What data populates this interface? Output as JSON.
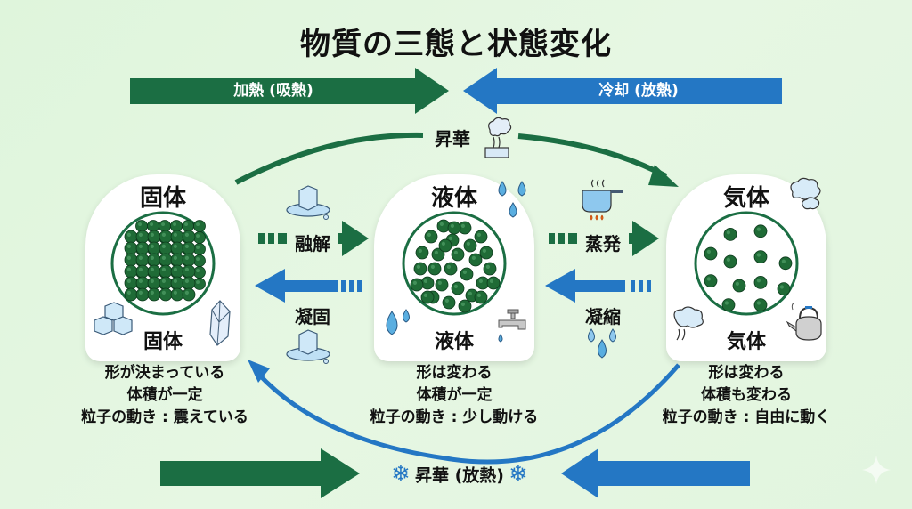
{
  "title": "物質の三態と状態変化",
  "top_arrows": {
    "heating": "加熱 (吸熱)",
    "cooling": "冷却 (放熱)"
  },
  "sublimation_top": "昇華",
  "sublimation_bottom": "昇華 (放熱)",
  "states": [
    {
      "key": "solid",
      "title": "固体",
      "sub": "固体",
      "desc": [
        "形が決まっている",
        "体積が一定",
        "粒子の動き : 震えている"
      ]
    },
    {
      "key": "liquid",
      "title": "液体",
      "sub": "液体",
      "desc": [
        "形は変わる",
        "体積が一定",
        "粒子の動き : 少し動ける"
      ]
    },
    {
      "key": "gas",
      "title": "気体",
      "sub": "気体",
      "desc": [
        "形は変わる",
        "体積も変わる",
        "粒子の動き : 自由に動く"
      ]
    }
  ],
  "processes": {
    "melting": "融解",
    "freezing": "凝固",
    "evaporation": "蒸発",
    "condensation": "凝縮"
  },
  "colors": {
    "green": "#1b6e43",
    "blue": "#2477c4",
    "particle": "#1f6b36",
    "ice": "#cfe8f8",
    "water": "#5aaee0"
  },
  "icons": {
    "melting": "melting-ice-icon",
    "freezing": "melting-ice-icon",
    "evaporation": "boiling-pot-icon",
    "condensation": "water-drops-icon",
    "sublimation": "dry-ice-steam-icon",
    "sublimation_deposition": "snowflake-icon"
  }
}
